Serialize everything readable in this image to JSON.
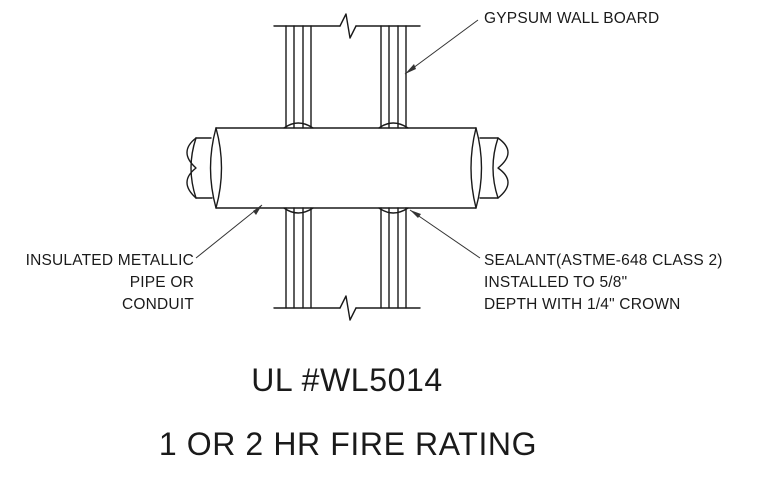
{
  "labels": {
    "gypsum": "GYPSUM WALL BOARD",
    "insulated": [
      "INSULATED METALLIC",
      "PIPE OR",
      "CONDUIT"
    ],
    "sealant": [
      "SEALANT(ASTME-648 CLASS 2)",
      "INSTALLED TO 5/8\"",
      "DEPTH WITH 1/4\" CROWN"
    ]
  },
  "titles": {
    "ul_number": "UL #WL5014",
    "fire_rating": "1 OR 2 HR FIRE RATING"
  },
  "colors": {
    "line": "#1a1a1a",
    "background": "#ffffff",
    "leader": "#333333"
  }
}
